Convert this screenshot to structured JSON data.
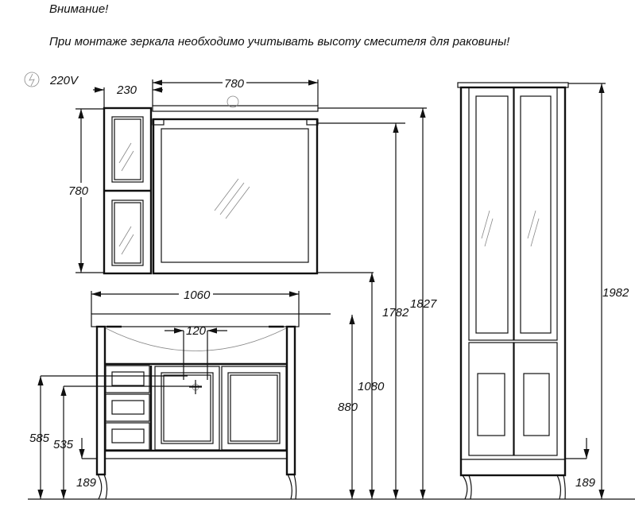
{
  "notes": {
    "warning": "Внимание!",
    "instruction": "При монтаже зеркала необходимо учитывать высоту смесителя для раковины!"
  },
  "power": {
    "icon": "electric-outlet-icon",
    "label": "220V"
  },
  "dimensions": {
    "side_cabinet_width": "230",
    "mirror_width": "780",
    "mirror_height": "780",
    "vanity_width": "1060",
    "faucet_spacing": "120",
    "mirror_top_1782": "1782",
    "mirror_top_1827": "1827",
    "mirror_bottom": "1080",
    "vanity_height": "880",
    "outlet_585": "585",
    "outlet_535": "535",
    "leg_height": "189",
    "tall_cabinet_height": "1982",
    "tall_leg_height": "189"
  }
}
